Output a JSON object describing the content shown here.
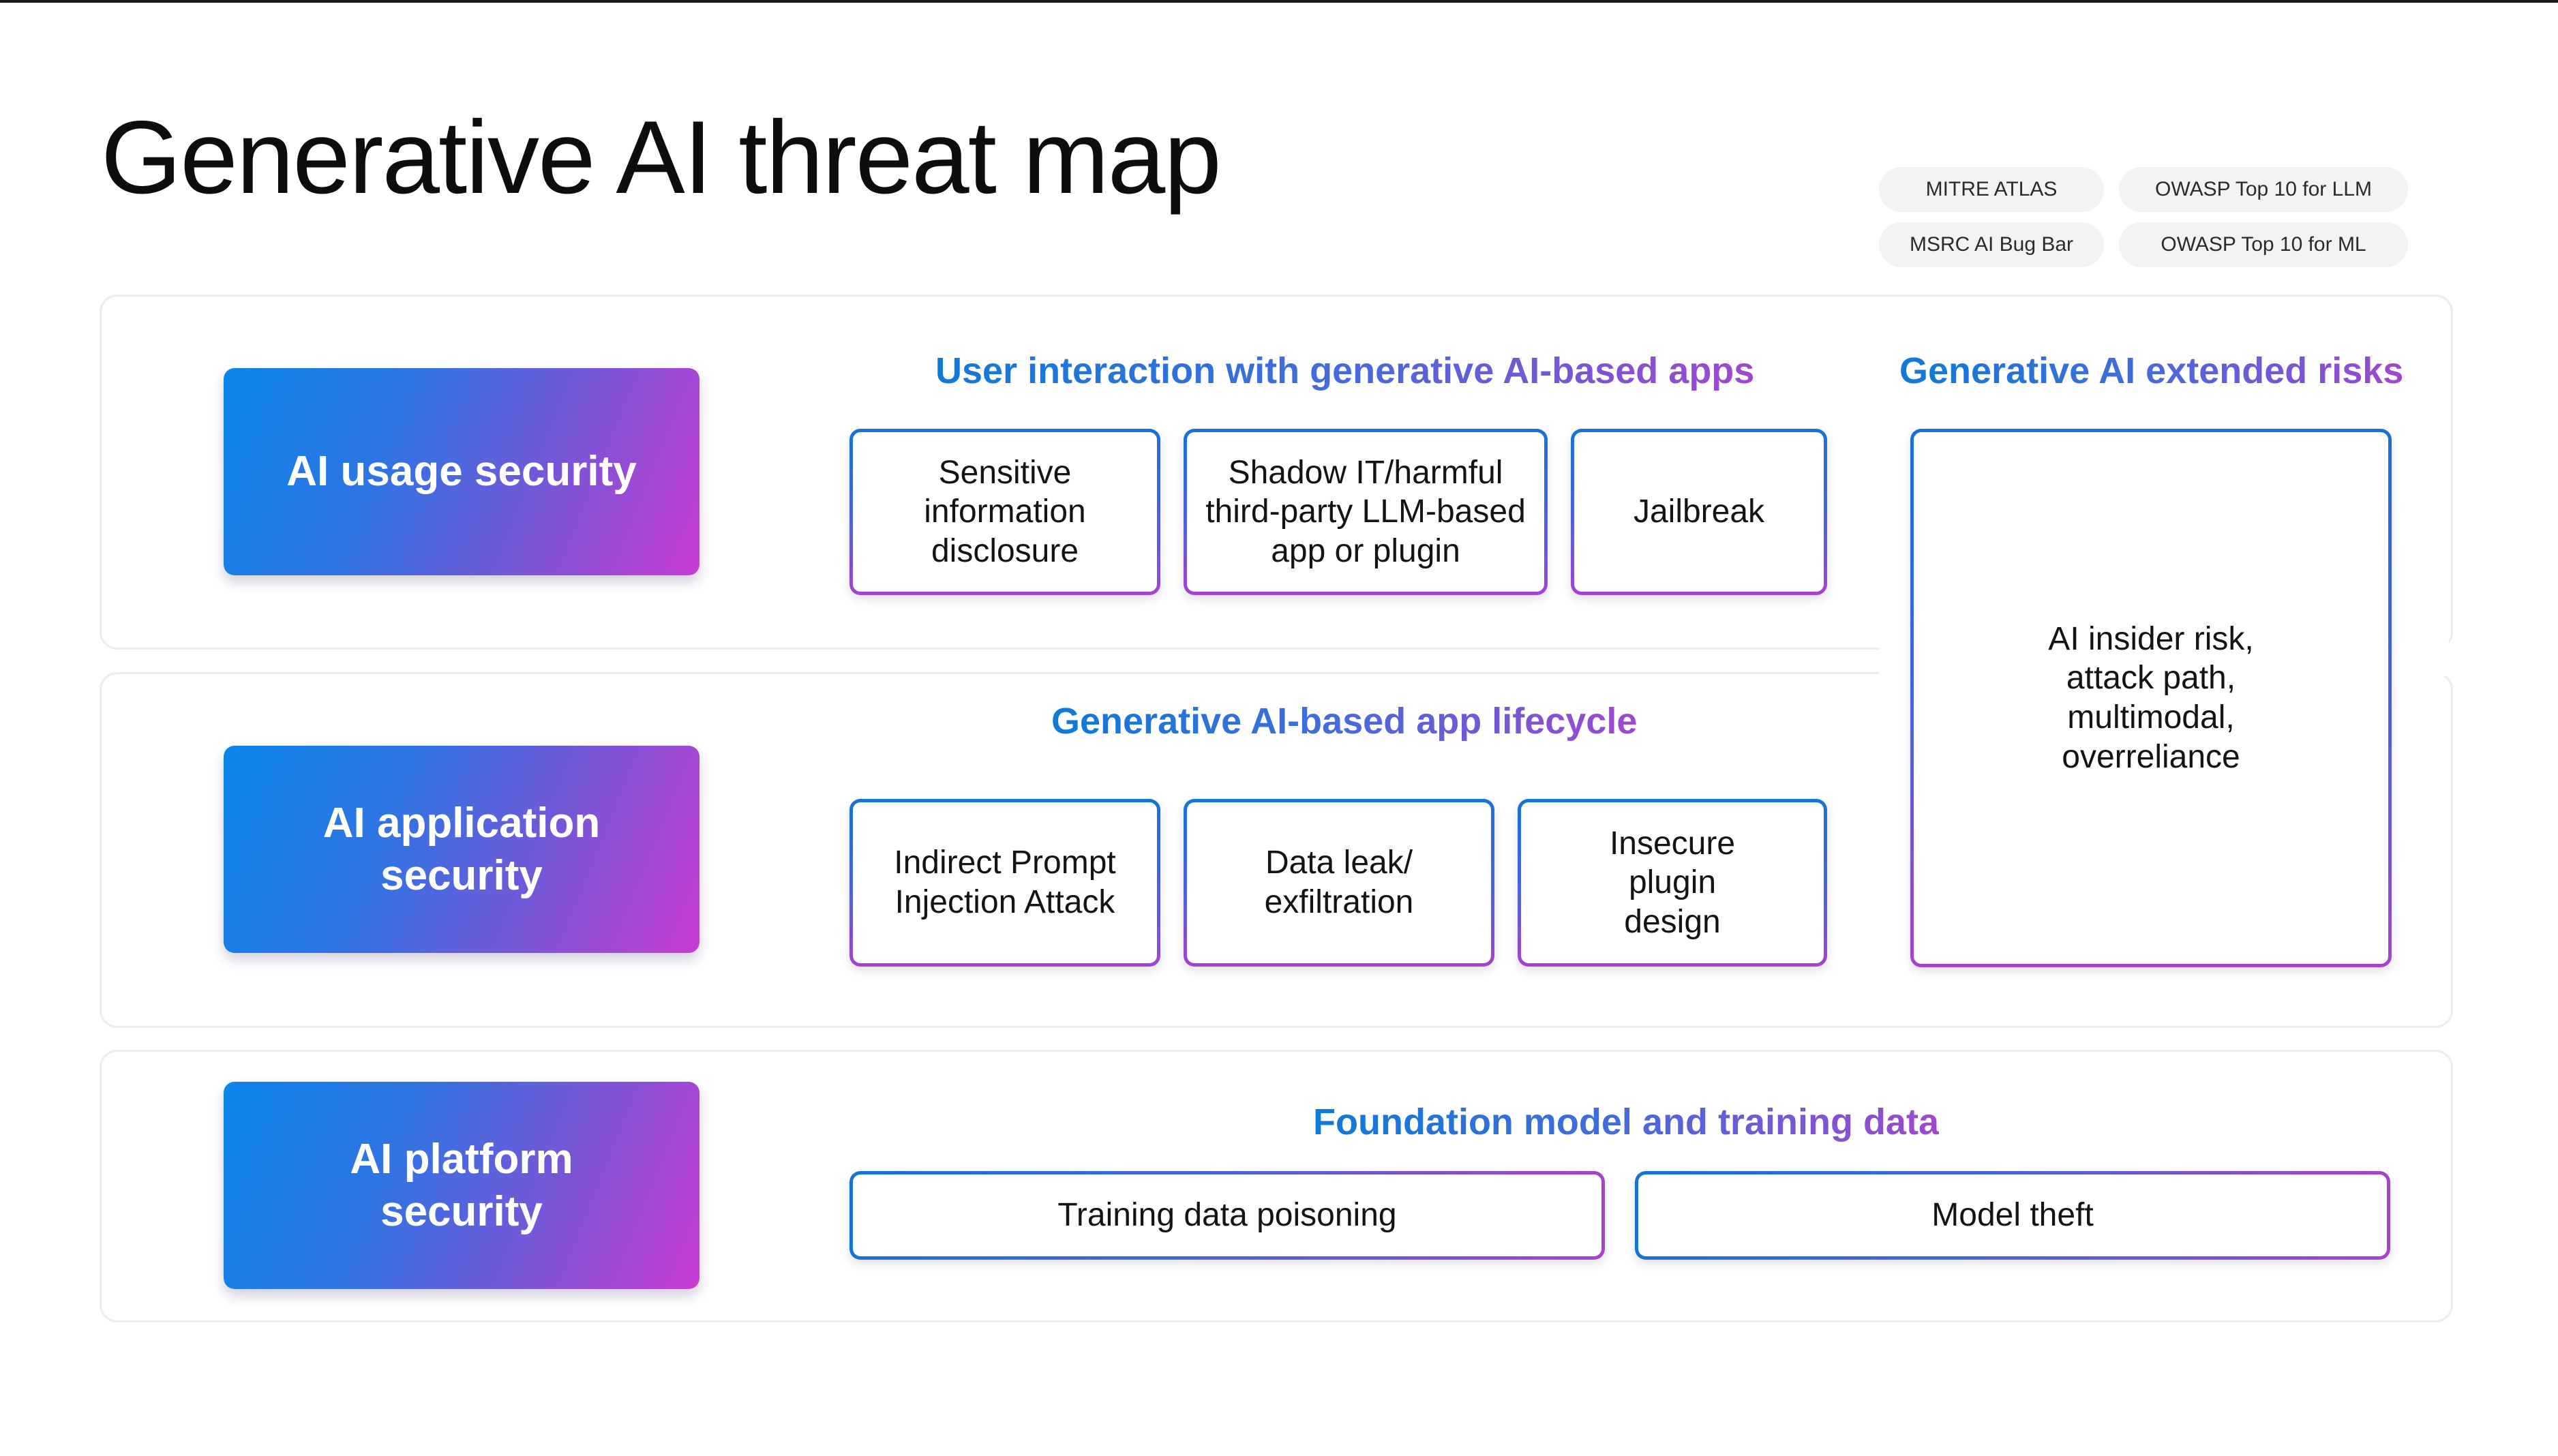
{
  "title": "Generative AI threat map",
  "references": {
    "mitre_atlas": "MITRE ATLAS",
    "owasp_llm": "OWASP Top 10 for LLM",
    "msrc_bug_bar": "MSRC AI Bug Bar",
    "owasp_ml": "OWASP Top 10 for ML"
  },
  "rows": {
    "usage": {
      "category": "AI usage security",
      "heading": "User interaction with generative AI-based apps",
      "risks": [
        "Sensitive information disclosure",
        "Shadow IT/harmful third-party LLM-based app or plugin",
        "Jailbreak"
      ]
    },
    "application": {
      "category": "AI application security",
      "heading": "Generative AI-based app lifecycle",
      "risks": [
        "Indirect Prompt Injection Attack",
        "Data leak/ exfiltration",
        "Insecure plugin design"
      ]
    },
    "platform": {
      "category": "AI platform security",
      "heading": "Foundation model and training data",
      "risks": [
        "Training data poisoning",
        "Model theft"
      ]
    }
  },
  "extended": {
    "heading": "Generative AI extended risks",
    "risk": "AI insider risk, attack path, multimodal, overreliance"
  },
  "colors": {
    "gradient_blue": "#0a86ea",
    "gradient_purple": "#c93bd3",
    "heading_blue": "#0e7ad8",
    "heading_purple": "#a047cf"
  }
}
